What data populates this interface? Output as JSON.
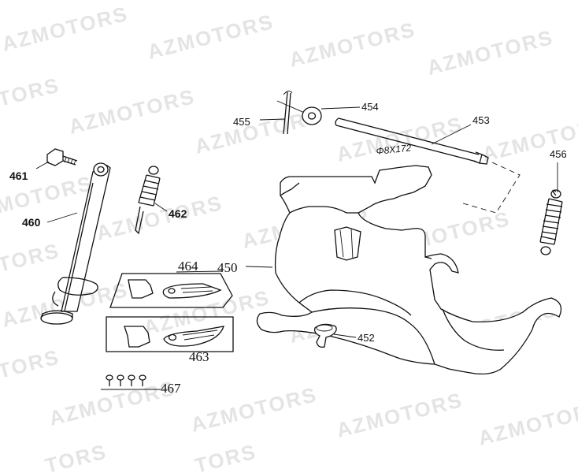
{
  "watermark": "AZMOTORS",
  "watermark_fragment": "TORS",
  "parts": {
    "p450": "450",
    "p452": "452",
    "p453": "453",
    "p454": "454",
    "p455": "455",
    "p456": "456",
    "p460": "460",
    "p461": "461",
    "p462": "462",
    "p463": "463",
    "p464": "464",
    "p467": "467"
  },
  "dimension_453": "Φ8X172"
}
